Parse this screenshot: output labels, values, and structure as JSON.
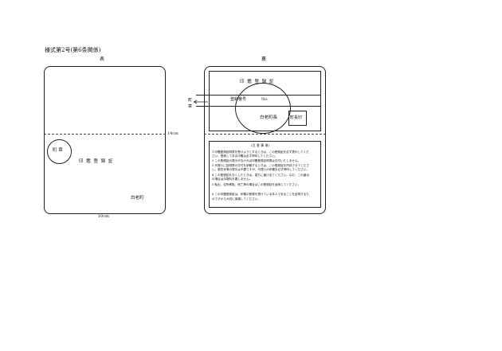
{
  "header": {
    "form_title": "様式第2号(第6条関係)"
  },
  "front": {
    "label": "表",
    "seal": "町 章",
    "title": "印 鑑 登 録 証",
    "issuer": "白老町",
    "dim_height": "14cm",
    "dim_width": "10cm"
  },
  "back": {
    "label": "裏",
    "title": "印 鑑 登 録 証",
    "reg_no_label": "登録番号",
    "reg_no_prefix": "No.",
    "mayor": "白老町長",
    "mayor_seal": "町長印",
    "side_label": [
      "町",
      "章"
    ],
    "notes_heading": "(注  意  事  項)",
    "notes": [
      "1  印鑑登録証明書を受けようとするときは、この登録証を必ず提示してくだ",
      "   さい。登録してある印鑑は必ず押印してください。",
      "2  この登録証の提示がなければ印鑑登録証明書は交付いたしません。",
      "3  代理人に証明書の交付を依頼するときは、この登録証を所持させてくださ",
      "   い。委任状等の提示は不要ですが、代理人の印鑑を必ず押印してください。",
      "4  この登録証をなくしたときは、直ちに届け出てください。なお、この届出",
      "   の場合は手数料を要しません。",
      "5  転出、住所移転、死亡等の場合はこの登録証を返納してください。",
      "",
      "6  この印鑑登録証は、印鑑の登録を受けている本人であることを証明するも",
      "   のですから大切に保管してください。"
    ]
  }
}
